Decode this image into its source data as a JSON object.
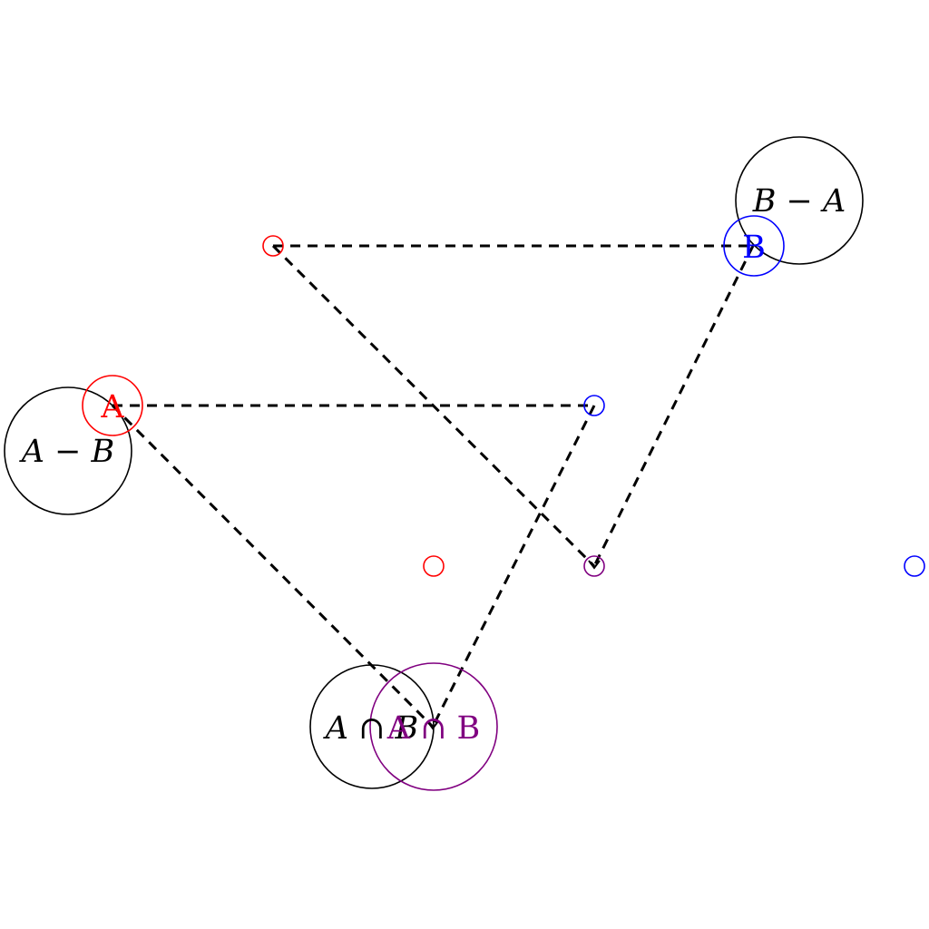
{
  "diagram": {
    "labels": {
      "a": "A",
      "b": "B",
      "a_minus_b": "A − B",
      "b_minus_a": "B − A",
      "a_cap_b": "A ∩ B",
      "a_cap_b_colored": "A ∩ B"
    },
    "colors": {
      "set_a": "#ff0000",
      "set_b": "#0000ff",
      "intersection": "#800080",
      "derived": "#000000",
      "connector": "#000000",
      "background": "#ffffff"
    },
    "connectors": {
      "style": "dashed",
      "count": 6
    }
  }
}
